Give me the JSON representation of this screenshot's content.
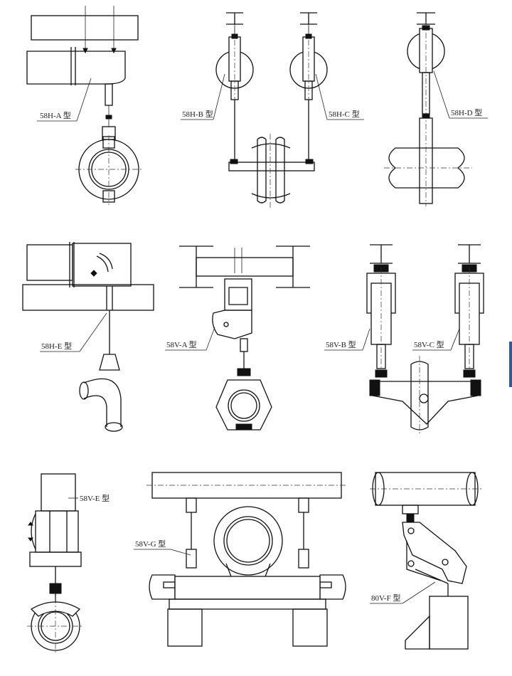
{
  "labels": {
    "h_a": "58H-A 型",
    "h_b": "58H-B 型",
    "h_c": "58H-C 型",
    "h_d": "58H-D 型",
    "h_e": "58H-E 型",
    "v_a": "58V-A 型",
    "v_b": "58V-B 型",
    "v_c": "58V-C 型",
    "v_e": "58V-E 型",
    "v_g": "58V-G 型",
    "v_f": "80V-F 型"
  },
  "colors": {
    "line": "#111111",
    "accent_tab": "#2a5d9a"
  }
}
